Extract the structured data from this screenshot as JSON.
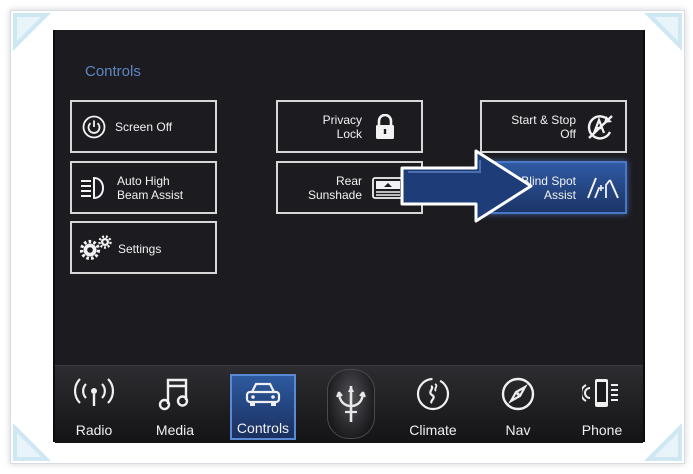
{
  "screen": {
    "title": "Controls"
  },
  "tiles": {
    "screen_off": {
      "label": "Screen Off",
      "icon": "power-icon"
    },
    "auto_high_beam": {
      "line1": "Auto High",
      "line2": "Beam Assist",
      "icon": "headlight-icon"
    },
    "settings": {
      "label": "Settings",
      "icon": "gears-icon"
    },
    "privacy_lock": {
      "line1": "Privacy",
      "line2": "Lock",
      "icon": "lock-icon"
    },
    "rear_sunshade": {
      "line1": "Rear",
      "line2": "Sunshade",
      "icon": "sunshade-icon"
    },
    "start_stop_off": {
      "line1": "Start & Stop",
      "line2": "Off",
      "icon": "start-stop-icon"
    },
    "blind_spot_assist": {
      "line1": "Blind Spot",
      "line2": "Assist",
      "icon": "blind-spot-icon",
      "selected": true
    }
  },
  "nav": {
    "items": [
      {
        "label": "Radio",
        "icon": "radio-icon"
      },
      {
        "label": "Media",
        "icon": "music-note-icon"
      },
      {
        "label": "Controls",
        "icon": "car-icon",
        "active": true
      },
      {
        "label": "",
        "icon": "trident-logo-icon"
      },
      {
        "label": "Climate",
        "icon": "climate-icon"
      },
      {
        "label": "Nav",
        "icon": "compass-icon"
      },
      {
        "label": "Phone",
        "icon": "phone-icon"
      }
    ]
  },
  "colors": {
    "screen_bg": "#1c1b20",
    "title": "#5f86c4",
    "active_blue": "#2f5aa3",
    "arrow": "#1d3c78"
  }
}
